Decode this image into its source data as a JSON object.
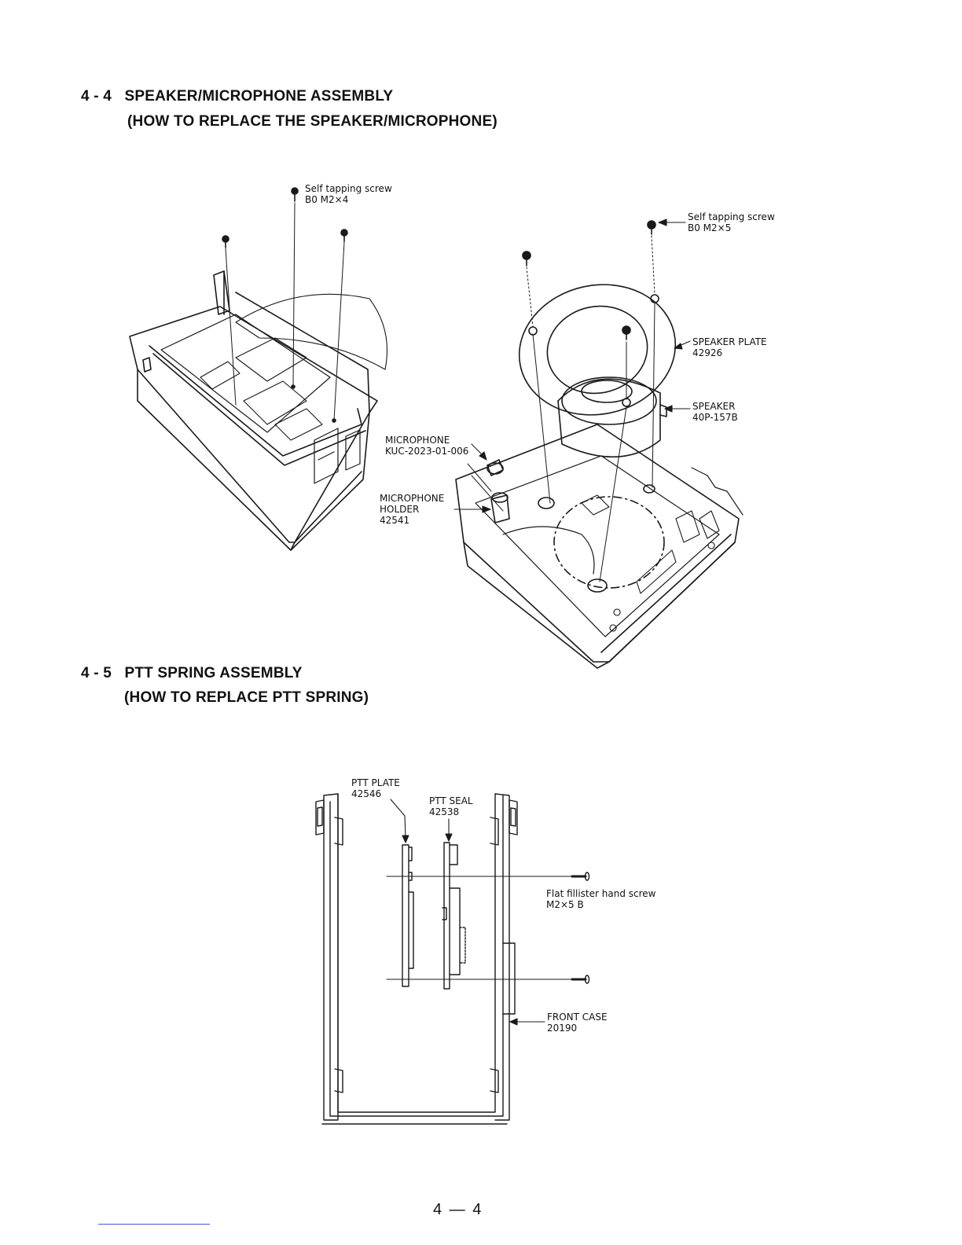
{
  "sections": [
    {
      "number": "4 - 4",
      "title": "SPEAKER/MICROPHONE ASSEMBLY",
      "subtitle": "(HOW TO REPLACE THE SPEAKER/MICROPHONE)"
    },
    {
      "number": "4 - 5",
      "title": "PTT SPRING ASSEMBLY",
      "subtitle": "(HOW TO REPLACE PTT SPRING)"
    }
  ],
  "figure1": {
    "screw_left": {
      "name": "Self tapping screw",
      "part": "B0 M2×4"
    },
    "screw_right": {
      "name": "Self tapping screw",
      "part": "B0 M2×5"
    },
    "speaker_plate": {
      "name": "SPEAKER PLATE",
      "part": "42926"
    },
    "speaker": {
      "name": "SPEAKER",
      "part": "40P-157B"
    },
    "microphone": {
      "name": "MICROPHONE",
      "part": "KUC-2023-01-006"
    },
    "microphone_holder": {
      "name1": "MICROPHONE",
      "name2": "HOLDER",
      "part": "42541"
    }
  },
  "figure2": {
    "ptt_plate": {
      "name": "PTT PLATE",
      "part": "42546"
    },
    "ptt_seal": {
      "name": "PTT SEAL",
      "part": "42538"
    },
    "screw": {
      "name": "Flat fillister hand screw",
      "part": "M2×5 B"
    },
    "front_case": {
      "name": "FRONT CASE",
      "part": "20190"
    }
  },
  "page_number": "4 — 4"
}
